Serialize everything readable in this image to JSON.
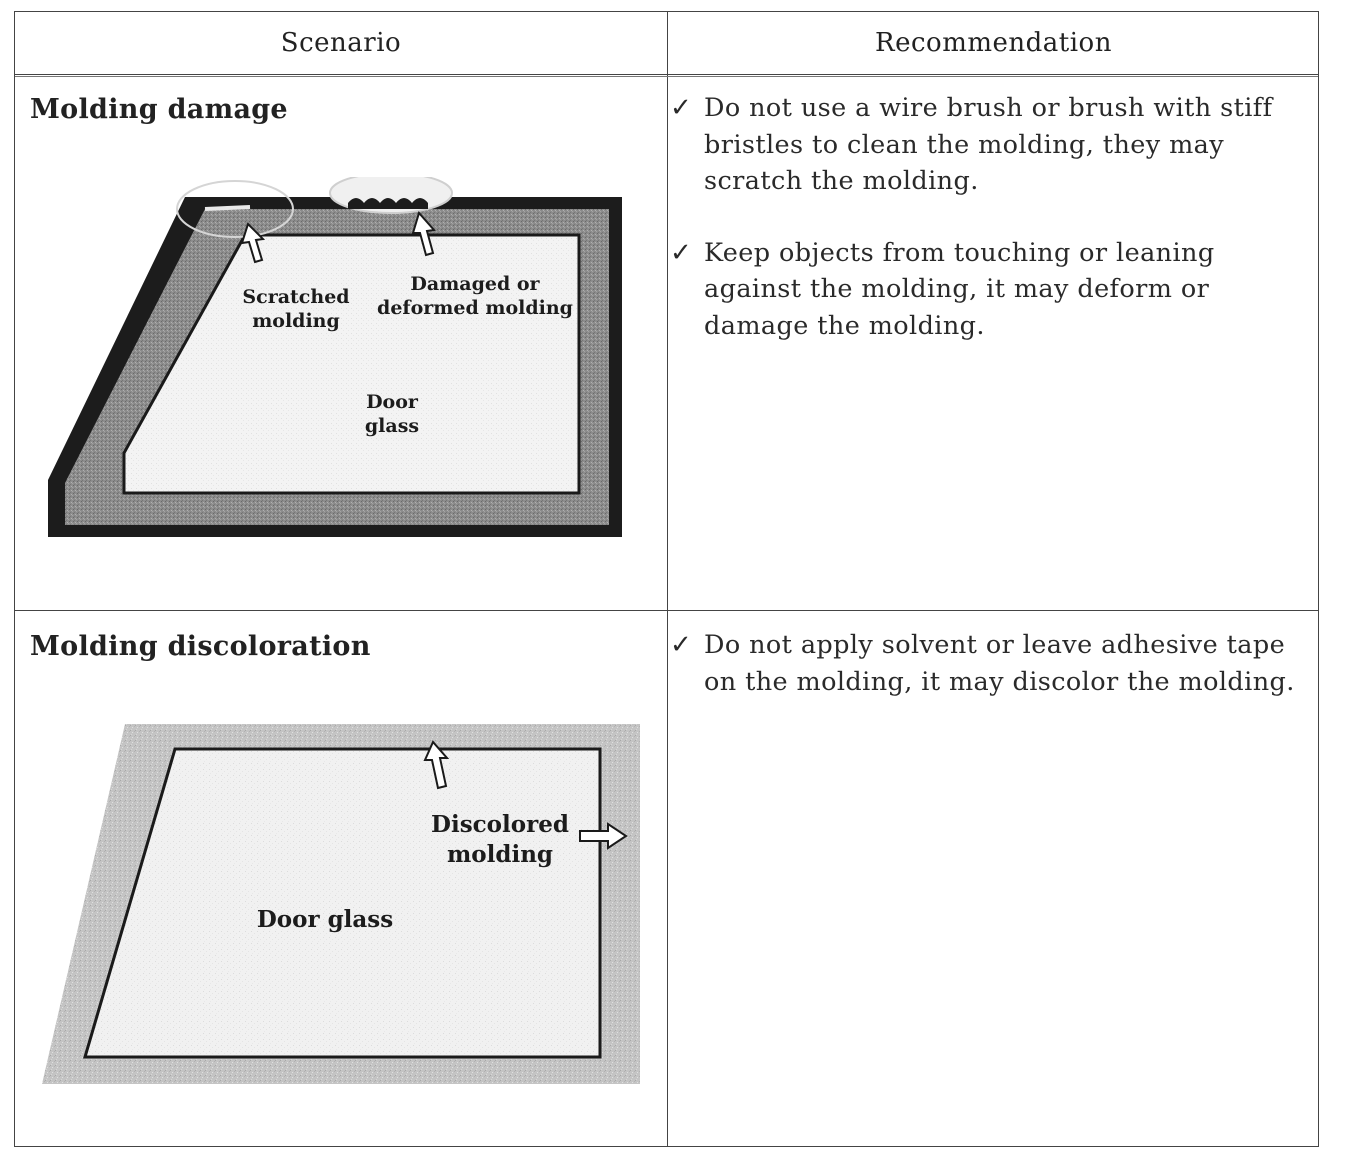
{
  "table": {
    "headers": {
      "scenario": "Scenario",
      "recommendation": "Recommendation"
    },
    "rows": [
      {
        "scenario": "Molding damage",
        "figure_labels": {
          "scratched": "Scratched molding",
          "damaged": "Damaged or deformed molding",
          "glass": "Door glass"
        },
        "recommendations": [
          "Do not use a wire brush or brush with stiff bristles to clean the molding, they may scratch the molding.",
          "Keep objects from touching or leaning against the molding, it may deform or damage the molding."
        ]
      },
      {
        "scenario": "Molding discoloration",
        "figure_labels": {
          "discolored": "Discolored molding",
          "glass": "Door glass"
        },
        "recommendations": [
          "Do not apply solvent or leave adhesive tape on the molding, it may discolor the molding."
        ]
      }
    ]
  },
  "check_mark": "✓",
  "colors": {
    "frame_dark": "#1c1c1c",
    "molding_gray": "#8f8f8f",
    "glass_light": "#f4f4f4"
  }
}
